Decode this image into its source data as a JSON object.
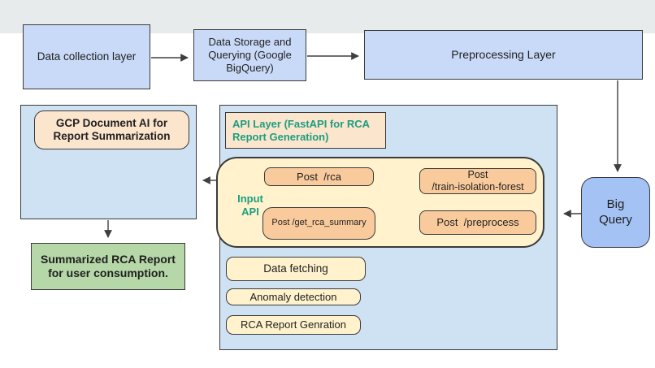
{
  "diagram": {
    "top_row": {
      "data_collection": "Data collection layer",
      "data_storage": "Data Storage and\nQuerying (Google\nBigQuery)",
      "preprocessing": "Preprocessing Layer"
    },
    "big_query": "Big\nQuery",
    "api_layer": {
      "title": "API Layer (FastAPI for RCA\nReport Generation)",
      "input_api_label": "Input\nAPI",
      "endpoints": {
        "rca": "Post  /rca",
        "train_isolation_forest": "Post\n/train-isolation-forest",
        "get_rca_summary": "Post /get_rca_summary",
        "preprocess": "Post  /preprocess"
      },
      "stages": [
        "Data fetching",
        "Anomaly detection",
        "RCA Report Genration"
      ]
    },
    "gcp_document_ai": "GCP Document AI for\nReport Summarization",
    "summarized_report": "Summarized RCA Report\nfor user consumption."
  },
  "colors": {
    "top_band": "#e8ebec",
    "process_box_blue": "#c9daf8",
    "container_blue": "#cfe2f3",
    "big_query_blue": "#a4c2f4",
    "label_peach": "#fce5cd",
    "group_yellow": "#fff2cc",
    "endpoint_orange": "#f9cb9c",
    "report_green": "#b6d7a8",
    "teal_text": "#1b9e80",
    "border_dark": "#3a3a3a"
  }
}
